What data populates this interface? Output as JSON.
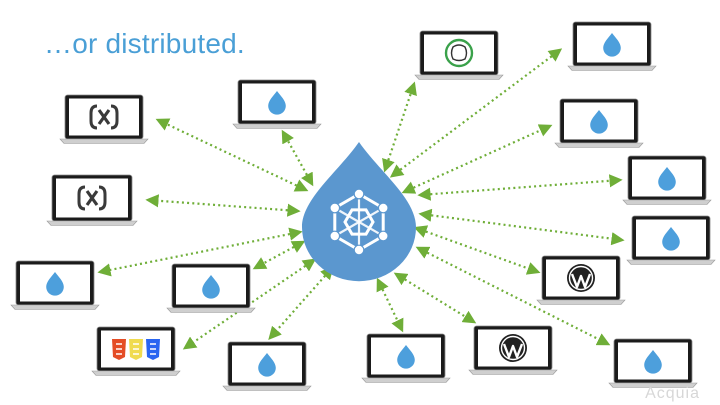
{
  "slide": {
    "title": "…or distributed.",
    "watermark": "Acquia"
  },
  "colors": {
    "accent": "#4a9fd6",
    "hub": "#5b97cf",
    "connector": "#6fae38",
    "drop": "#4d9fdc",
    "wordpress": "#222222",
    "html5": "#e44d26",
    "js": "#f0db4f",
    "css3": "#2965f1",
    "angular": "#3a3a3a",
    "ring_logo": "#3aa14a"
  },
  "hub": {
    "icon": "graph-hub-icon"
  },
  "nodes": [
    {
      "id": "left-top",
      "icon": "bracket-x-icon"
    },
    {
      "id": "left-mid",
      "icon": "bracket-x-icon"
    },
    {
      "id": "left-low",
      "icon": "drupal-drop-icon"
    },
    {
      "id": "bottom-left",
      "icon": "html5-js-css3-icon"
    },
    {
      "id": "inner-top-left",
      "icon": "drupal-drop-icon"
    },
    {
      "id": "inner-low-left",
      "icon": "drupal-drop-icon"
    },
    {
      "id": "bottom-center-left",
      "icon": "drupal-drop-icon"
    },
    {
      "id": "bottom-center",
      "icon": "drupal-drop-icon"
    },
    {
      "id": "bottom-center-right",
      "icon": "wordpress-icon"
    },
    {
      "id": "bottom-right",
      "icon": "drupal-drop-icon"
    },
    {
      "id": "top-center",
      "icon": "ring-logo-icon"
    },
    {
      "id": "top-right",
      "icon": "drupal-drop-icon"
    },
    {
      "id": "right-upper",
      "icon": "drupal-drop-icon"
    },
    {
      "id": "right-mid-upper",
      "icon": "drupal-drop-icon"
    },
    {
      "id": "right-mid-lower",
      "icon": "drupal-drop-icon"
    },
    {
      "id": "right-lower",
      "icon": "wordpress-icon"
    }
  ]
}
